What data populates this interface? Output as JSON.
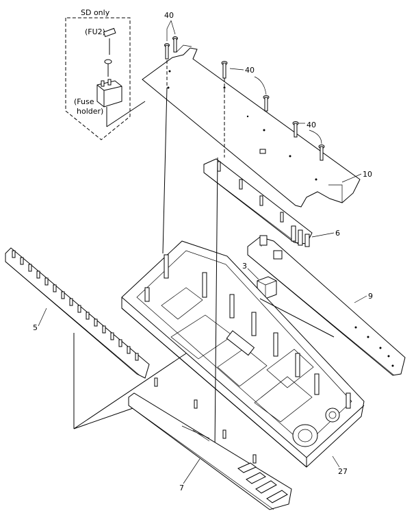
{
  "diagram": {
    "inset": {
      "title": "SD only",
      "fuse_label": "(FU2)",
      "holder_label_1": "(Fuse",
      "holder_label_2": "holder)"
    },
    "callouts": {
      "c40a": "40",
      "c40b": "40",
      "c40c": "40",
      "c10": "10",
      "c6": "6",
      "c3": "3",
      "c9": "9",
      "c5": "5",
      "c7": "7",
      "c27": "27"
    }
  }
}
